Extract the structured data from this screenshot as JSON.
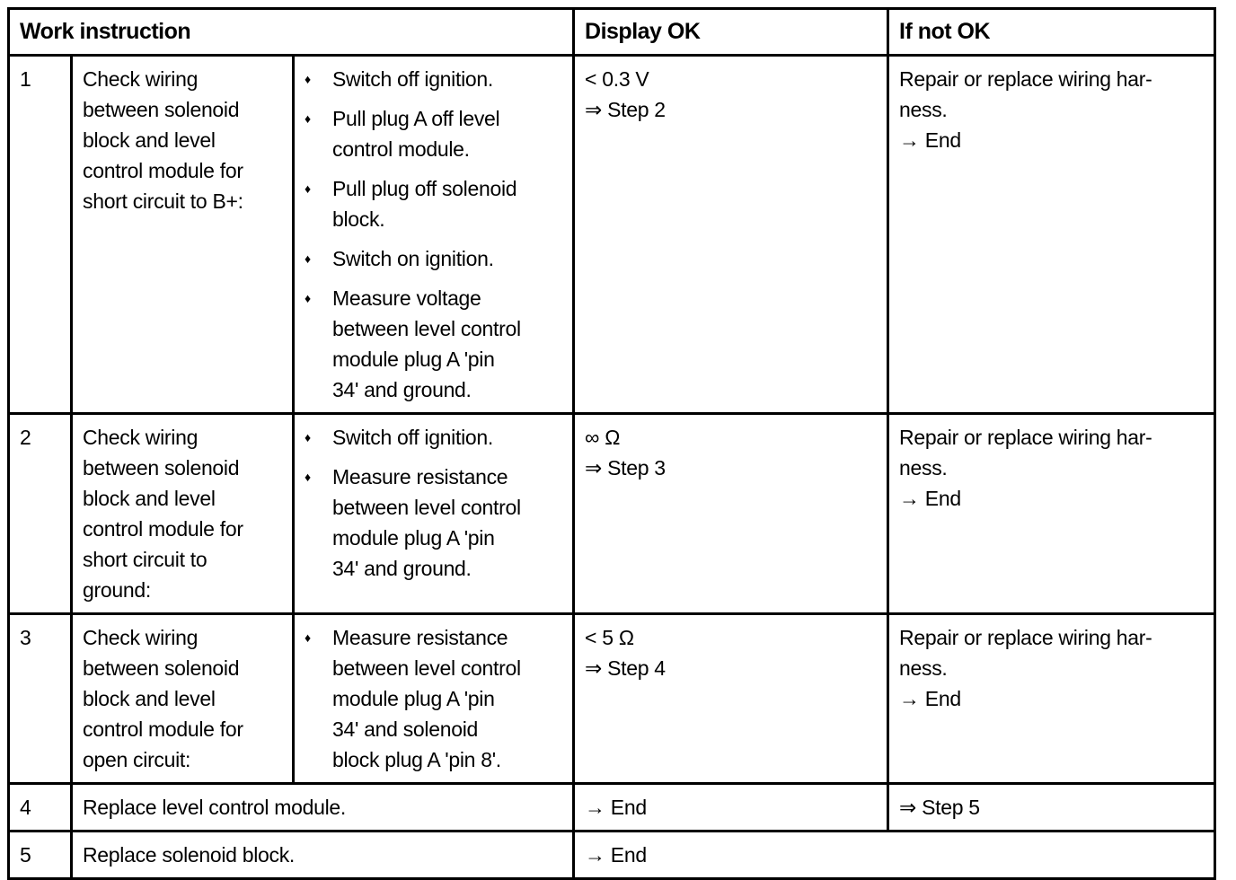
{
  "table": {
    "bullet_glyph": "♦",
    "headers": {
      "work_instruction": "Work instruction",
      "display_ok": "Display OK",
      "if_not_ok": "If not OK"
    },
    "rows": [
      {
        "num": "1",
        "check": "Check wiring\nbetween solenoid\nblock and level\ncontrol module for\nshort circuit to B+:",
        "steps": [
          "Switch off ignition.",
          "Pull plug A off level\ncontrol module.",
          "Pull plug off solenoid\nblock.",
          "Switch on ignition.",
          "Measure voltage\nbetween level control\nmodule plug A 'pin\n34' and ground."
        ],
        "display_ok": "< 0.3 V\n⇒ Step 2",
        "if_not_ok": "Repair or replace wiring har-\nness.\n→ End"
      },
      {
        "num": "2",
        "check": "Check wiring\nbetween solenoid\nblock and level\ncontrol module for\nshort circuit to\nground:",
        "steps": [
          "Switch off ignition.",
          "Measure resistance\nbetween level control\nmodule plug A 'pin\n34' and ground."
        ],
        "display_ok": "∞ Ω\n⇒ Step 3",
        "if_not_ok": "Repair or replace wiring har-\nness.\n→ End"
      },
      {
        "num": "3",
        "check": "Check wiring\nbetween solenoid\nblock and level\ncontrol module for\nopen circuit:",
        "steps": [
          "Measure resistance\nbetween level control\nmodule plug A 'pin\n34' and solenoid\nblock plug A 'pin 8'."
        ],
        "display_ok": "< 5 Ω\n⇒ Step 4",
        "if_not_ok": "Repair or replace wiring har-\nness.\n→ End"
      },
      {
        "num": "4",
        "instruction": "Replace level control module.",
        "display_ok": "→ End",
        "if_not_ok": "⇒ Step 5"
      },
      {
        "num": "5",
        "instruction": "Replace solenoid block.",
        "display_ok": "→ End"
      }
    ]
  }
}
